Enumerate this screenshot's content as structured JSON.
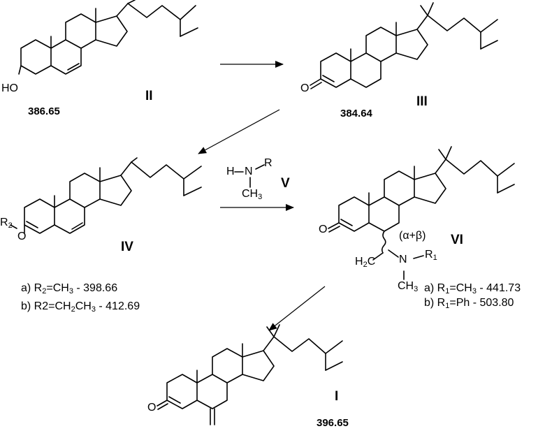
{
  "compounds": {
    "II": {
      "label": "II",
      "mw": "386.65",
      "ho": "HO"
    },
    "III": {
      "label": "III",
      "mw": "384.64",
      "o": "O"
    },
    "IV": {
      "label": "IV",
      "o": "O",
      "r2": {
        "main": "R",
        "sub": "2"
      },
      "variant_a": {
        "prefix": "a) R",
        "sub1": "2",
        "mid": "=CH",
        "sub2": "3",
        "suffix": " - 398.66"
      },
      "variant_b": {
        "prefix": "b) R2=CH",
        "sub1": "2",
        "mid": "CH",
        "sub2": "3",
        "suffix": " - 412.69"
      }
    },
    "V": {
      "label": "V",
      "h": "H",
      "n": "N",
      "r": "R",
      "ch3": {
        "main": "CH",
        "sub": "3"
      }
    },
    "VI": {
      "label": "VI",
      "o": "O",
      "stereo": "(α+β)",
      "h2c": {
        "main": "H",
        "sub": "2",
        "rest": "C"
      },
      "n": "N",
      "r1": {
        "main": "R",
        "sub": "1"
      },
      "ch3": {
        "main": "CH",
        "sub": "3"
      },
      "variant_a": {
        "prefix": "a) R",
        "sub1": "1",
        "mid": "=CH",
        "sub2": "3",
        "suffix": " - 441.73"
      },
      "variant_b": {
        "prefix": "b) R",
        "sub1": "1",
        "suffix": "=Ph - 503.80"
      }
    },
    "I": {
      "label": "I",
      "mw": "396.65",
      "o": "O"
    }
  }
}
